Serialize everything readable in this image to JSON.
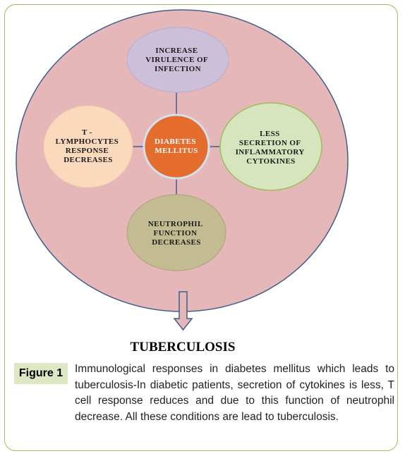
{
  "diagram": {
    "center": {
      "lines": [
        "DIABETES",
        "MELLITUS"
      ]
    },
    "top": {
      "lines": [
        "INCREASE",
        "VIRULENCE OF",
        "INFECTION"
      ]
    },
    "left": {
      "lines": [
        "T -",
        "LYMPHOCYTES",
        "RESPONSE",
        "DECREASES"
      ]
    },
    "right": {
      "lines": [
        "LESS",
        "SECRETION OF",
        "INFLAMMATORY",
        "CYTOKINES"
      ]
    },
    "bottom": {
      "lines": [
        "NEUTROPHIL",
        "FUNCTION",
        "DECREASES"
      ]
    },
    "outcome": "TUBERCULOSIS"
  },
  "colors": {
    "outer_fill": "#e6b7b8",
    "center_fill": "#e46c2c",
    "top_fill": "#cbbfda",
    "left_fill": "#fbd9bc",
    "right_fill": "#d7e5bf",
    "bottom_fill": "#c3bc93",
    "frame_border": "#9bbf5a",
    "figure_label_bg": "#dbe8c3"
  },
  "caption": {
    "label": "Figure 1",
    "text": "Immunological responses in diabetes mellitus which leads to tuberculosis-In diabetic patients, secretion of cytokines is less, T cell response reduces and due to this function of neutrophil decrease. All these conditions are lead to tuberculosis."
  }
}
